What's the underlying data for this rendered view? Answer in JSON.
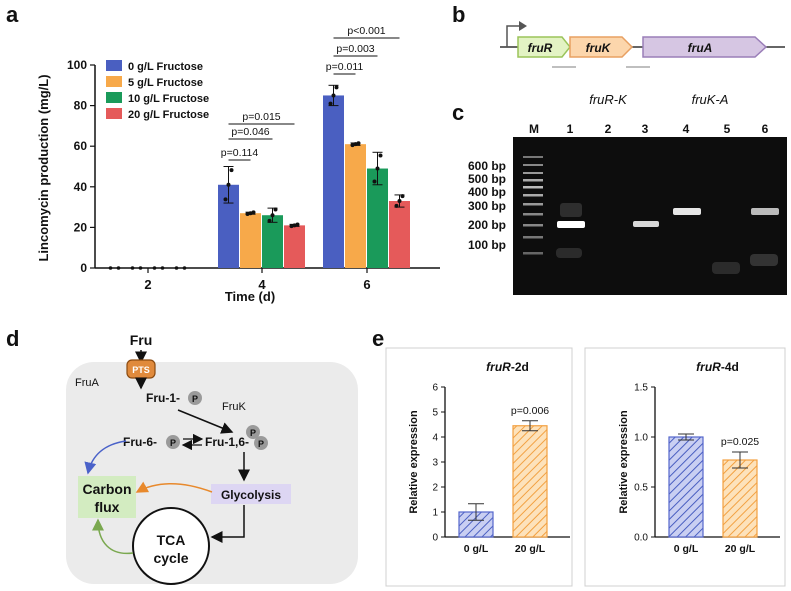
{
  "panels": {
    "a": "a",
    "b": "b",
    "c": "c",
    "d": "d",
    "e": "e"
  },
  "colors": {
    "series0": "#4a5fc1",
    "series5": "#f7a94a",
    "series10": "#1a9a5a",
    "series20": "#e55a5a",
    "hatch0": "#5566cc",
    "hatch20": "#f2a040",
    "gelBg": "#111111"
  },
  "chart_a": {
    "type": "bar",
    "ylabel": "Lincomycin production (mg/L)",
    "xlabel": "Time (d)",
    "categories": [
      "2",
      "4",
      "6"
    ],
    "ylim": [
      0,
      100
    ],
    "yticks": [
      "0",
      "20",
      "40",
      "60",
      "80",
      "100"
    ],
    "legend": [
      "0 g/L Fructose",
      "5 g/L Fructose",
      "10 g/L Fructose",
      "20 g/L Fructose"
    ],
    "series": [
      {
        "name": "0 g/L Fructose",
        "values": [
          0,
          41,
          85
        ],
        "err": [
          0,
          9,
          5
        ]
      },
      {
        "name": "5 g/L Fructose",
        "values": [
          0,
          27,
          61
        ],
        "err": [
          0,
          0.5,
          0.6
        ]
      },
      {
        "name": "10 g/L Fructose",
        "values": [
          0,
          26,
          49
        ],
        "err": [
          0,
          3.5,
          8
        ]
      },
      {
        "name": "20 g/L Fructose",
        "values": [
          0,
          21,
          33
        ],
        "err": [
          0,
          0.5,
          3
        ]
      }
    ],
    "pvalues": {
      "d4": [
        "p=0.114",
        "p=0.046",
        "p=0.015"
      ],
      "d6": [
        "p=0.011",
        "p=0.003",
        "p<0.001"
      ]
    }
  },
  "operon": {
    "genes": [
      "fruR",
      "fruK",
      "fruA"
    ]
  },
  "gel": {
    "marker": "M",
    "lanes": [
      "1",
      "2",
      "3",
      "4",
      "5",
      "6"
    ],
    "groups": [
      "fruR-K",
      "fruK-A"
    ],
    "ladder": [
      "600 bp",
      "500 bp",
      "400 bp",
      "300 bp",
      "200 bp",
      "100 bp"
    ]
  },
  "pathway": {
    "fru": "Fru",
    "pts": "PTS",
    "fruA": "FruA",
    "fru1p": "Fru-1-",
    "fruK": "FruK",
    "fru6p": "Fru-6-",
    "fru16p": "Fru-1,6-",
    "p": "P",
    "carbon1": "Carbon",
    "carbon2": "flux",
    "glycolysis": "Glycolysis",
    "tca1": "TCA",
    "tca2": "cycle"
  },
  "chart_e": [
    {
      "type": "bar",
      "title": "fruR-2d",
      "title_gene": "fruR",
      "title_suffix": "-2d",
      "ylabel": "Relative expression",
      "categories": [
        "0 g/L",
        "20 g/L"
      ],
      "values": [
        1.0,
        4.45
      ],
      "err": [
        0.33,
        0.2
      ],
      "ylim": [
        0,
        6
      ],
      "yticks": [
        "0",
        "1",
        "2",
        "3",
        "4",
        "5",
        "6"
      ],
      "pvalue": "p=0.006"
    },
    {
      "type": "bar",
      "title": "fruR-4d",
      "title_gene": "fruR",
      "title_suffix": "-4d",
      "ylabel": "Relative expression",
      "categories": [
        "0 g/L",
        "20 g/L"
      ],
      "values": [
        1.0,
        0.77
      ],
      "err": [
        0.03,
        0.08
      ],
      "ylim": [
        0,
        1.5
      ],
      "yticks": [
        "0.0",
        "0.5",
        "1.0",
        "1.5"
      ],
      "pvalue": "p=0.025"
    }
  ]
}
